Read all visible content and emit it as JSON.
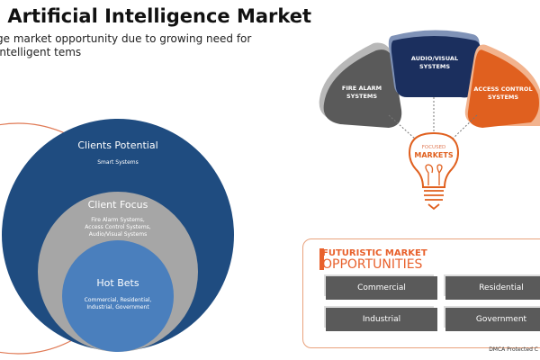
{
  "header": {
    "title": "g Artificial Intelligence Market",
    "subtitle": "ge market opportunity due to growing need for intelligent tems"
  },
  "circles": {
    "outer": {
      "title": "Clients Potential",
      "text": "Smart Systems"
    },
    "middle": {
      "title": "Client Focus",
      "text": [
        "Fire Alarm Systems,",
        "Access Control Systems,",
        "Audio/Visual Systems"
      ]
    },
    "inner": {
      "title": "Hot Bets",
      "text": [
        "Commercial, Residential,",
        "Industrial, Government"
      ]
    }
  },
  "focused": {
    "segments": [
      {
        "label": [
          "FIRE ALARM",
          "SYSTEMS"
        ],
        "color": "#5a5a5a"
      },
      {
        "label": [
          "AUDIO/VISUAL",
          "SYSTEMS"
        ],
        "color": "#1b2f5e"
      },
      {
        "label": [
          "ACCESS CONTROL",
          "SYSTEMS"
        ],
        "color": "#e0601f"
      }
    ],
    "bulb_label": [
      "FOCUSED",
      "MARKETS"
    ]
  },
  "opportunities": {
    "heading_line1": "FUTURISTIC MARKET",
    "heading_line2": "OPPORTUNITIES",
    "items": [
      "Commercial",
      "Residential",
      "Industrial",
      "Government"
    ]
  },
  "footer": {
    "dmca": "DMCA Protected C"
  },
  "colors": {
    "navy": "#1f4c80",
    "gray": "#a6a6a6",
    "blue": "#4a7fbd",
    "orange": "#e8612c"
  }
}
